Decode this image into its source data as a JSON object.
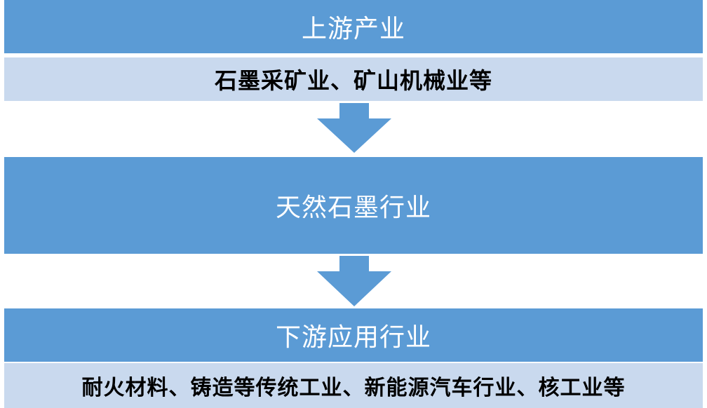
{
  "upstream": {
    "title": "上游产业",
    "detail": "石墨采矿业、矿山机械业等"
  },
  "middle": {
    "title": "天然石墨行业"
  },
  "downstream": {
    "title": "下游应用行业",
    "detail": "耐火材料、铸造等传统工业、新能源汽车行业、核工业等"
  },
  "colors": {
    "header_blue": "#5b9bd5",
    "detail_light": "#c9d9ee",
    "arrow_blue": "#5b9bd5"
  }
}
